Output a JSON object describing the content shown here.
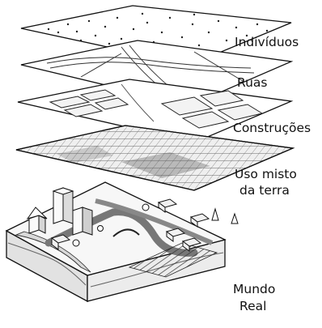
{
  "layers": [
    {
      "id": "individuos",
      "label_lines": [
        "Indivíduos"
      ]
    },
    {
      "id": "ruas",
      "label_lines": [
        "Ruas"
      ]
    },
    {
      "id": "construcoes",
      "label_lines": [
        "Construções"
      ]
    },
    {
      "id": "uso",
      "label_lines": [
        "Uso misto",
        "da terra"
      ]
    },
    {
      "id": "mundo",
      "label_lines": [
        "Mundo",
        "Real"
      ]
    }
  ]
}
